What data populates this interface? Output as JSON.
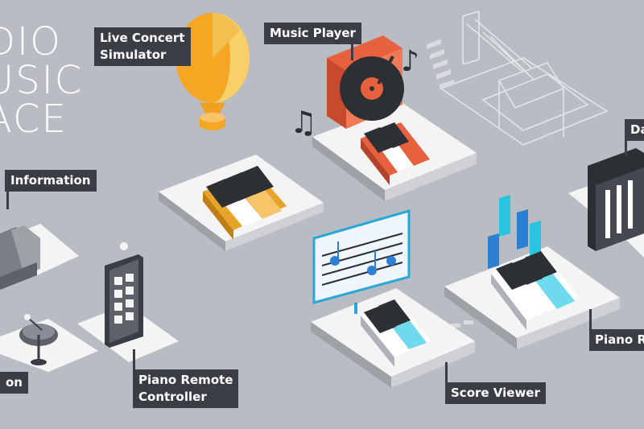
{
  "title_lines": [
    "DIO",
    "USIC",
    "ACE"
  ],
  "labels": {
    "live_concert": [
      "Live Concert",
      "Simulator"
    ],
    "music_player": "Music Player",
    "information": "Information",
    "piano_remote": [
      "Piano Remote",
      "Controller"
    ],
    "score_viewer": "Score Viewer",
    "piano_right": "Piano R",
    "data_right": "Da",
    "station_left": "on"
  },
  "colors": {
    "background": "#b9bcc2",
    "label_bg": "#3a3e44",
    "accent_orange": "#e8613f",
    "accent_yellow": "#f5a623",
    "accent_cyan": "#29c4e0",
    "accent_blue": "#2e7fd1"
  }
}
